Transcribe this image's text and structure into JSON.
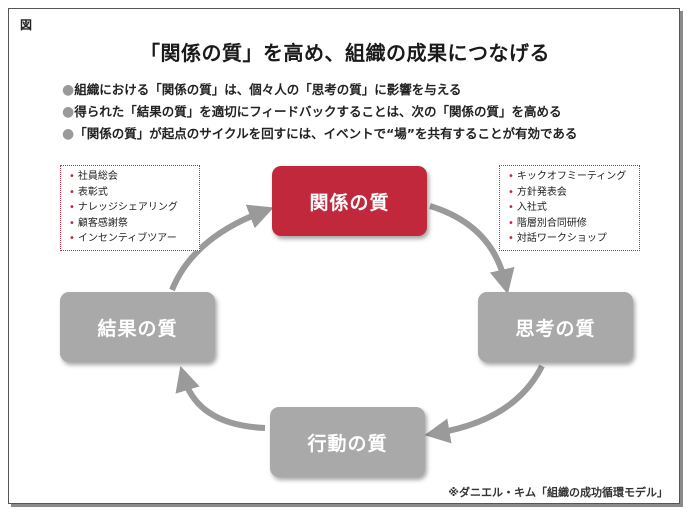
{
  "figure_label": "図",
  "title": "「関係の質」を高め、組織の成果につなげる",
  "bullets": [
    "組織における「関係の質」は、個々人の「思考の質」に影響を与える",
    "得られた「結果の質」を適切にフィードバックすることは、次の「関係の質」を高める",
    "「関係の質」が起点のサイクルを回すには、イベントで“場”を共有することが有効である"
  ],
  "bullet_symbol": "●",
  "note_left": {
    "items": [
      "社員総会",
      "表彰式",
      "ナレッジシェアリング",
      "顧客感謝祭",
      "インセンティブツアー"
    ]
  },
  "note_right": {
    "items": [
      "キックオフミーティング",
      "方針発表会",
      "入社式",
      "階層別合同研修",
      "対話ワークショップ"
    ]
  },
  "note_bullet": "•",
  "cycle": {
    "top": "関係の質",
    "right": "思考の質",
    "bottom": "行動の質",
    "left": "結果の質"
  },
  "footnote": "※ダニエル・キム「組織の成功循環モデル」",
  "colors": {
    "accent": "#c2283c",
    "node_gray": "#a9a9a9",
    "arrow_gray": "#9a9a9a"
  }
}
